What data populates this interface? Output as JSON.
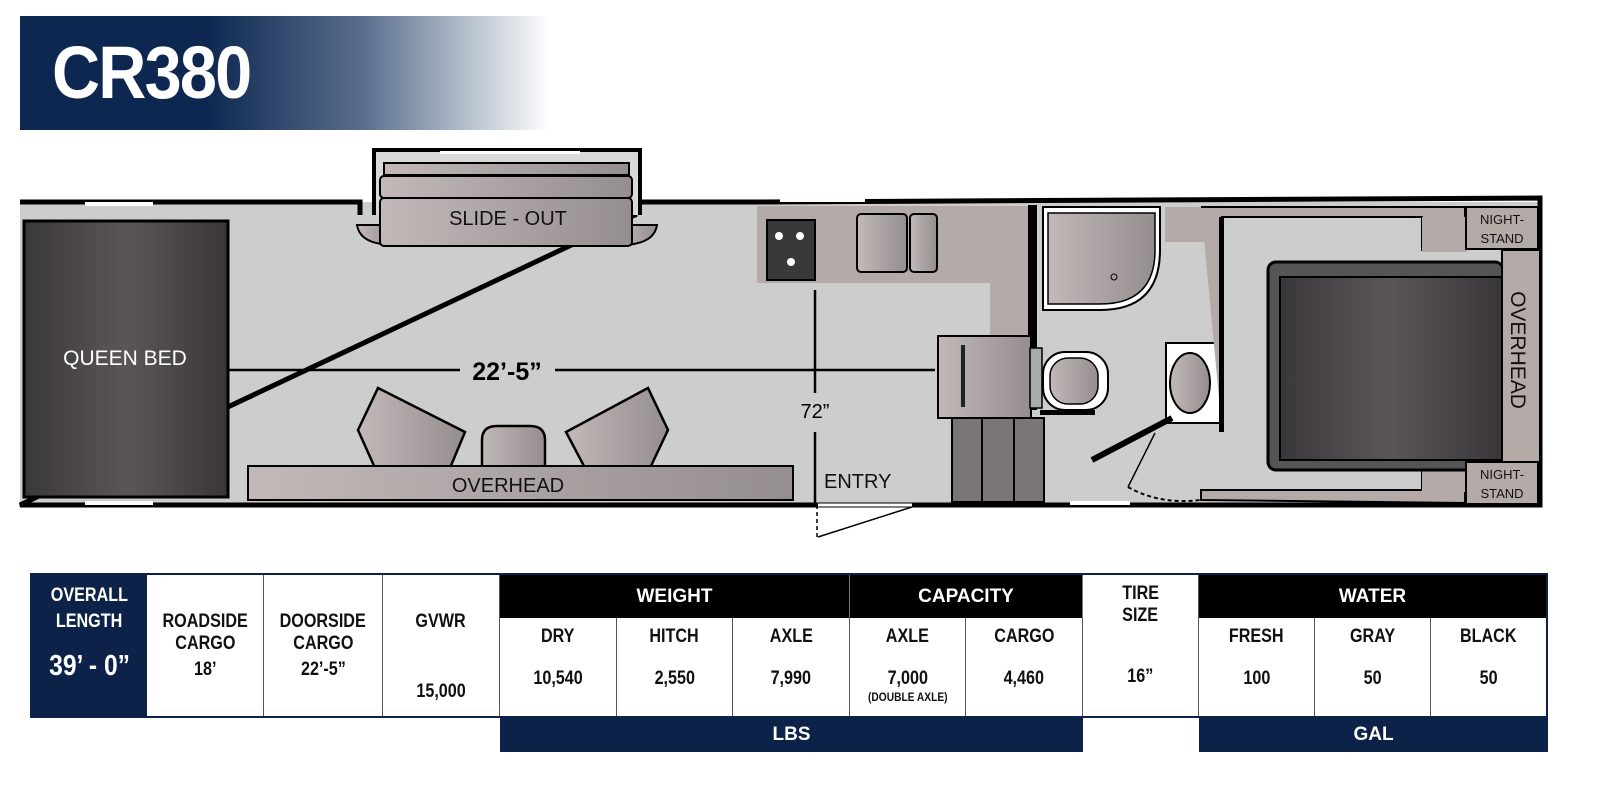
{
  "title": "CR380",
  "floorplan": {
    "labels": {
      "queen_bed": "QUEEN BED",
      "slide_out": "SLIDE - OUT",
      "overhead_front": "OVERHEAD",
      "overhead_rear": "OVERHEAD",
      "entry": "ENTRY",
      "nightstand_top": [
        "NIGHT-",
        "STAND"
      ],
      "nightstand_bottom": [
        "NIGHT-",
        "STAND"
      ]
    },
    "dimensions": {
      "garage_length": "22’-5”",
      "garage_width": "72”"
    }
  },
  "specs": {
    "overall_length": {
      "label_line1": "OVERALL",
      "label_line2": "LENGTH",
      "value": "39’ - 0”"
    },
    "roadside_cargo": {
      "label_line1": "ROADSIDE",
      "label_line2": "CARGO",
      "value": "18’"
    },
    "doorside_cargo": {
      "label_line1": "DOORSIDE",
      "label_line2": "CARGO",
      "value": "22’-5”"
    },
    "gvwr": {
      "label": "GVWR",
      "value": "15,000"
    },
    "weight": {
      "group": "WEIGHT",
      "columns": [
        {
          "label": "DRY",
          "value": "10,540"
        },
        {
          "label": "HITCH",
          "value": "2,550"
        },
        {
          "label": "AXLE",
          "value": "7,990"
        }
      ]
    },
    "capacity": {
      "group": "CAPACITY",
      "columns": [
        {
          "label": "AXLE",
          "value": "7,000",
          "note": "(DOUBLE AXLE)"
        },
        {
          "label": "CARGO",
          "value": "4,460"
        }
      ]
    },
    "tire_size": {
      "label_line1": "TIRE",
      "label_line2": "SIZE",
      "value": "16”"
    },
    "water": {
      "group": "WATER",
      "columns": [
        {
          "label": "FRESH",
          "value": "100"
        },
        {
          "label": "GRAY",
          "value": "50"
        },
        {
          "label": "BLACK",
          "value": "50"
        }
      ]
    },
    "units": {
      "weight_capacity": "LBS",
      "water": "GAL"
    }
  },
  "colors": {
    "navy": "#0c2249",
    "header_black": "#000000",
    "floor": "#cdcdcd",
    "bed": "#454247",
    "furniture": "#a39b9a"
  }
}
